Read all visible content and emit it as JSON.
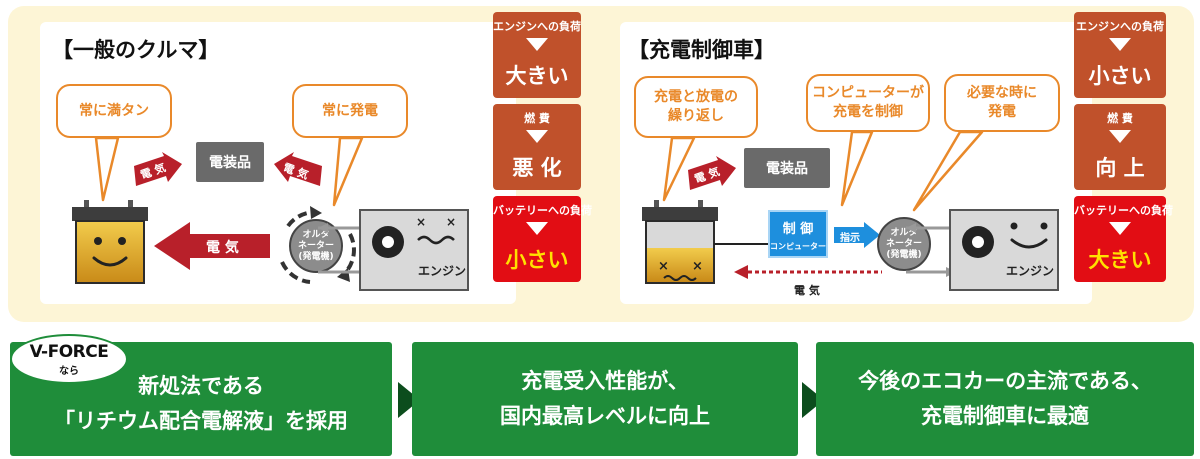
{
  "general_car": {
    "title": "【一般のクルマ】",
    "callout_full": "常に満タン",
    "callout_generate": "常に発電",
    "equipment": "電装品",
    "arrow_label_small_left": "電 気",
    "arrow_label_small_right": "電 気",
    "arrow_label_big": "電 気",
    "alternator": "オルタ\nネーター\n(発電機)",
    "engine": "エンジン",
    "side": {
      "engine_load_label": "エンジンへの負荷",
      "engine_load_value": "大きい",
      "fuel_label": "燃 費",
      "fuel_value": "悪 化",
      "battery_load_label": "バッテリーへの負荷",
      "battery_load_value": "小さい"
    }
  },
  "charge_control_car": {
    "title": "【充電制御車】",
    "callout_cycle": "充電と放電の\n繰り返し",
    "callout_computer": "コンピューターが\n充電を制御",
    "callout_needed": "必要な時に\n発電",
    "equipment": "電装品",
    "arrow_label_small": "電 気",
    "control_title": "制 御",
    "control_sub": "コンピューター",
    "instruction": "指示",
    "alternator": "オルタ\nネーター\n(発電機)",
    "engine": "エンジン",
    "electricity_label": "電 気",
    "side": {
      "engine_load_label": "エンジンへの負荷",
      "engine_load_value": "小さい",
      "fuel_label": "燃 費",
      "fuel_value": "向 上",
      "battery_load_label": "バッテリーへの負荷",
      "battery_load_value": "大きい"
    }
  },
  "vforce": {
    "brand": "V-FORCE",
    "suffix": "なら"
  },
  "steps": [
    "新処法である\n「リチウム配合電解液」を採用",
    "充電受入性能が、\n国内最高レベルに向上",
    "今後のエコカーの主流である、\n充電制御車に最適"
  ],
  "colors": {
    "orange": "#e9892a",
    "brown": "#c0512b",
    "red": "#e20d14",
    "yellow": "#ffe100",
    "green": "#1f8d3a",
    "dark_red_arrow": "#b8202a",
    "blue": "#1e8fdd"
  }
}
